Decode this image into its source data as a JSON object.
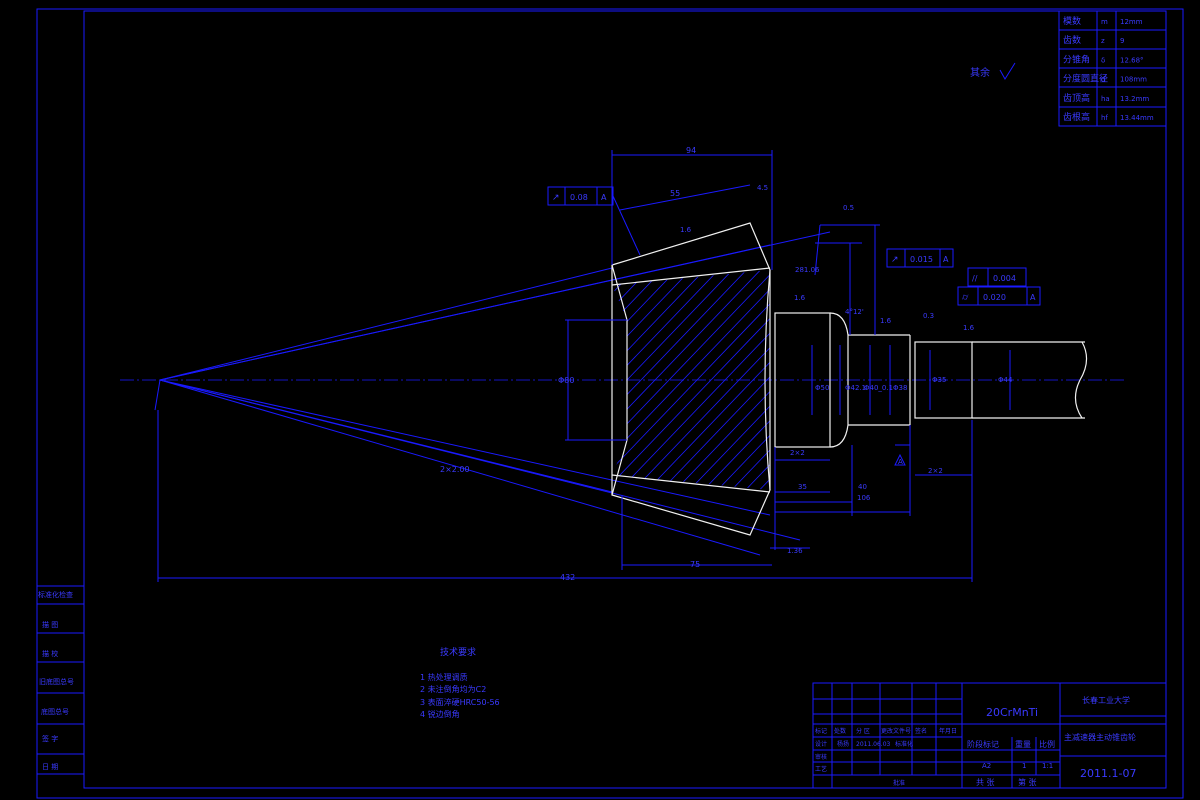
{
  "colors": {
    "background": "#000000",
    "line": "#1a1aff",
    "outline": "#f0f0f0",
    "text": "#3a3aff"
  },
  "param_table": [
    {
      "name": "模数",
      "symbol": "m",
      "value": "12mm"
    },
    {
      "name": "齿数",
      "symbol": "z",
      "value": "9"
    },
    {
      "name": "分锥角",
      "symbol": "δ",
      "value": "12.68°"
    },
    {
      "name": "分度圆直径",
      "symbol": "d",
      "value": "108mm"
    },
    {
      "name": "齿顶高",
      "symbol": "ha",
      "value": "13.2mm"
    },
    {
      "name": "齿根高",
      "symbol": "hf",
      "value": "13.44mm"
    }
  ],
  "roughness_note": "其余",
  "dimensions": {
    "d94": "94",
    "d55": "55",
    "d4_5": "4.5",
    "d0_5": "0.5",
    "r1": "1.6",
    "r2": "1.6",
    "r3": "1.6",
    "r4": "1.6",
    "r5": "0.3",
    "dia_body": "Φ80",
    "dia_shaft1": "Φ50",
    "dia_shaft2": "Φ42.1",
    "dia_shaft3": "Φ40_0.1",
    "dia_shaft4": "Φ38",
    "dia_shaft5": "Φ35",
    "dia_shaft6": "Φ44",
    "angle_cone": "281.06",
    "cone_len": "4°12'",
    "slant": "2×2.00",
    "c2x2a": "2×2",
    "c2x2b": "2×2",
    "len35": "35",
    "len40": "40",
    "len106": "106",
    "len75": "75",
    "len432": "432",
    "len136": "1.36",
    "datum": "A"
  },
  "tolerances": [
    {
      "symbol": "↗",
      "value": "0.08",
      "datum": "A"
    },
    {
      "symbol": "↗",
      "value": "0.015",
      "datum": "A"
    },
    {
      "symbol": "//",
      "value": "0.004",
      "datum": ""
    },
    {
      "symbol": "⌭",
      "value": "0.020",
      "datum": "A"
    }
  ],
  "tech_req": {
    "title": "技术要求",
    "items": [
      "1  热处理调质",
      "2  未注倒角均为C2",
      "3  表面淬硬HRC50-56",
      "4  锐边倒角"
    ]
  },
  "side_labels": [
    "标准化检查",
    "描    图",
    "描    校",
    "旧底图总号",
    "底图总号",
    "签    字",
    "日    期"
  ],
  "title_block": {
    "material": "20CrMnTi",
    "school": "长春工业大学",
    "drawing_name": "主减速器主动锥齿轮",
    "header_row": [
      "标记",
      "处数",
      "分  区",
      "更改文件号",
      "签名",
      "年月日"
    ],
    "design_row": [
      "设计",
      "杨扬",
      "2011.06.03",
      "标准化"
    ],
    "rows": [
      "审核",
      "工艺"
    ],
    "approve": "批准",
    "stage_label": "阶段标记",
    "weight_label": "重量",
    "scale_label": "比例",
    "stage_value": "A2",
    "weight_value": "1",
    "scale_value": "1:1",
    "sheets": "共  张",
    "sheet": "第  张",
    "date": "2011.1-07"
  }
}
